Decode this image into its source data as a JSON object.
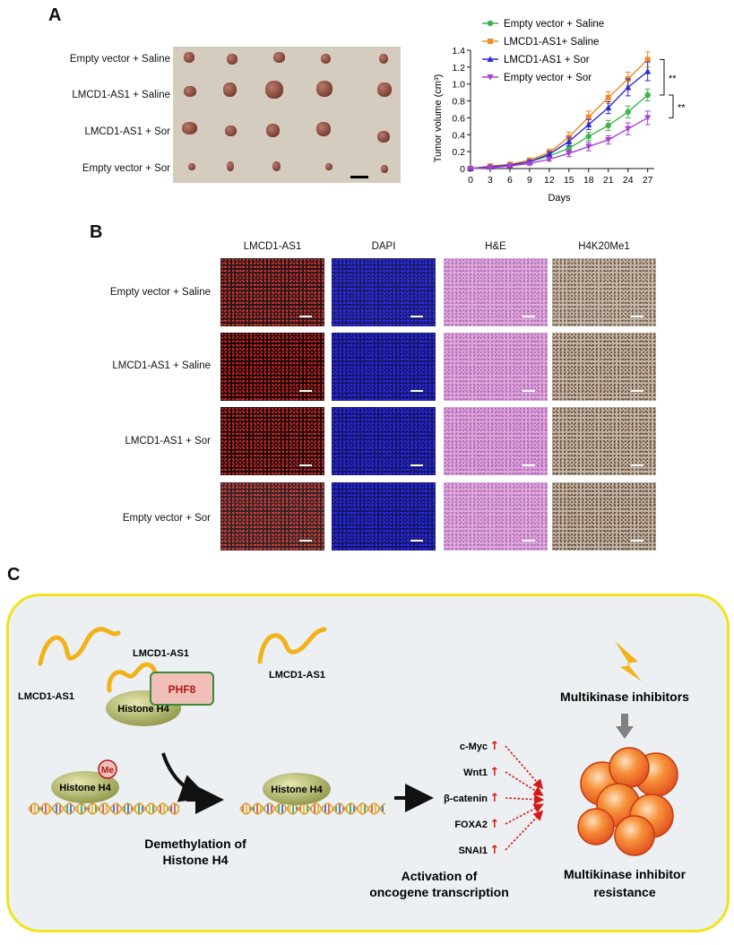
{
  "panels": {
    "a": "A",
    "b": "B",
    "c": "C"
  },
  "panel_a": {
    "tumor_labels": [
      "Empty vector + Saline",
      "LMCD1-AS1 + Saline",
      "LMCD1-AS1 + Sor",
      "Empty vector + Sor"
    ],
    "colors": {
      "photo_bg": "#d4cdbf",
      "tumor": "#8a4a3e"
    }
  },
  "chart_data": {
    "type": "line",
    "xlabel": "Days",
    "ylabel": "Tumor volume (cm³)",
    "x": [
      0,
      3,
      6,
      9,
      12,
      15,
      18,
      21,
      24,
      27
    ],
    "ylim": [
      0,
      1.4
    ],
    "xlim": [
      0,
      28
    ],
    "yticks": [
      0,
      0.2,
      0.4,
      0.6,
      0.8,
      1.0,
      1.2,
      1.4
    ],
    "ytick_labels": [
      "0",
      "0.2",
      "0.4",
      "0.6",
      "0.8",
      "1.0",
      "1.2",
      "1.4"
    ],
    "xtick_labels": [
      "0",
      "3",
      "6",
      "9",
      "12",
      "15",
      "18",
      "21",
      "24",
      "27"
    ],
    "legend_position": "top",
    "series": [
      {
        "name": "Empty vector + Saline",
        "color": "#3cb44b",
        "marker": "circle",
        "values": [
          0,
          0.02,
          0.04,
          0.08,
          0.15,
          0.24,
          0.38,
          0.51,
          0.67,
          0.87
        ],
        "errors": [
          0,
          0.01,
          0.01,
          0.02,
          0.03,
          0.05,
          0.05,
          0.06,
          0.07,
          0.07
        ]
      },
      {
        "name": "LMCD1-AS1+ Saline",
        "color": "#f08a24",
        "marker": "square",
        "values": [
          0,
          0.03,
          0.05,
          0.1,
          0.19,
          0.37,
          0.61,
          0.84,
          1.06,
          1.29
        ],
        "errors": [
          0,
          0.01,
          0.01,
          0.02,
          0.04,
          0.06,
          0.07,
          0.07,
          0.08,
          0.09
        ]
      },
      {
        "name": "LMCD1-AS1 + Sor",
        "color": "#2a2ad6",
        "marker": "triangle",
        "values": [
          0,
          0.02,
          0.04,
          0.08,
          0.17,
          0.32,
          0.52,
          0.72,
          0.96,
          1.15
        ],
        "errors": [
          0,
          0.01,
          0.01,
          0.02,
          0.03,
          0.05,
          0.06,
          0.07,
          0.1,
          0.11
        ]
      },
      {
        "name": "Empty vector + Sor",
        "color": "#a63fd6",
        "marker": "triangle-down",
        "values": [
          0,
          0.01,
          0.03,
          0.06,
          0.11,
          0.18,
          0.26,
          0.34,
          0.47,
          0.6
        ],
        "errors": [
          0,
          0.01,
          0.01,
          0.02,
          0.02,
          0.04,
          0.05,
          0.05,
          0.07,
          0.08
        ]
      }
    ],
    "annotations": [
      "**",
      "**"
    ]
  },
  "panel_b": {
    "columns": [
      "LMCD1-AS1",
      "DAPI",
      "H&E",
      "H4K20Me1"
    ],
    "rows": [
      "Empty vector + Saline",
      "LMCD1-AS1 + Saline",
      "LMCD1-AS1 + Sor",
      "Empty vector + Sor"
    ],
    "colors": {
      "fish": "#d81818",
      "dapi": "#1a1ad8",
      "he": "#c88ac8",
      "ihc": "#a89a88"
    }
  },
  "panel_c": {
    "lmcd1_label": "LMCD1-AS1",
    "phf8": "PHF8",
    "histone": "Histone H4",
    "me": "Me",
    "demethylation": [
      "Demethylation of",
      "Histone H4"
    ],
    "genes": [
      "c-Myc",
      "Wnt1",
      "β-catenin",
      "FOXA2",
      "SNAI1"
    ],
    "up_arrow": "↑",
    "activation": [
      "Activation of",
      "oncogene transcription"
    ],
    "inhibitors": "Multikinase inhibitors",
    "resistance": [
      "Multikinase inhibitor",
      "resistance"
    ],
    "colors": {
      "border": "#f2e21a",
      "rna": "#f2b21a",
      "phf8": "#f0c0b8",
      "phf8_text": "#b01818",
      "arrow_red": "#d81818"
    }
  }
}
